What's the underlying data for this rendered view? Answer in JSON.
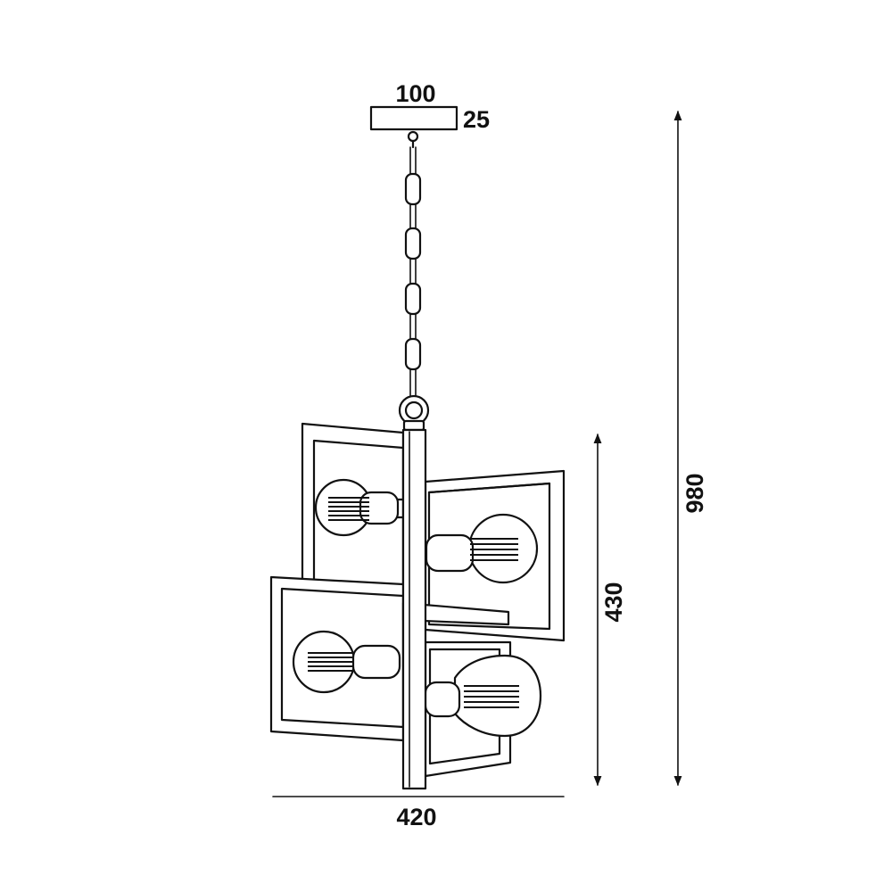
{
  "dimensions": {
    "canopy_width": "100",
    "canopy_height": "25",
    "total_height": "980",
    "body_height": "430",
    "body_width": "420"
  },
  "colors": {
    "line": "#111111",
    "background": "#ffffff"
  }
}
